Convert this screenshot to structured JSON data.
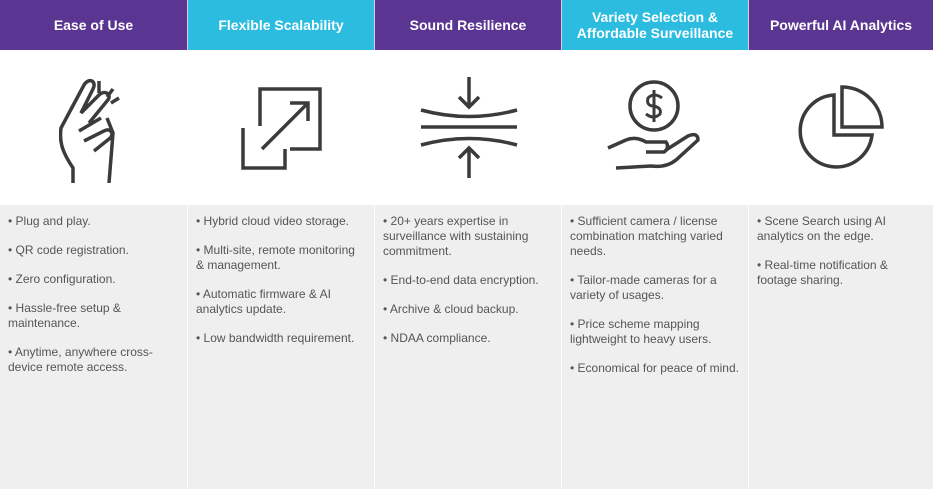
{
  "columns": [
    {
      "title": "Ease of Use",
      "icon": "snapping-fingers-icon",
      "color": "#5a3591",
      "items": [
        "• Plug and play.",
        "• QR code registration.",
        "• Zero configuration.",
        "• Hassle-free setup & maintenance.",
        "• Anytime, anywhere cross-device remote access."
      ]
    },
    {
      "title": "Flexible Scalability",
      "icon": "expand-icon",
      "color": "#2bbce0",
      "items": [
        "• Hybrid cloud video  storage.",
        "• Multi-site, remote monitoring & management.",
        "• Automatic firmware & AI analytics update.",
        "• Low bandwidth requirement."
      ]
    },
    {
      "title": "Sound Resilience",
      "icon": "compress-icon",
      "color": "#5a3591",
      "items": [
        "• 20+ years expertise in surveillance with sustaining commitment.",
        "• End-to-end data encryption.",
        "• Archive & cloud backup.",
        "• NDAA compliance."
      ]
    },
    {
      "title": "Variety Selection & Affordable Surveillance",
      "icon": "hand-coin-icon",
      "color": "#2bbce0",
      "items": [
        "• Sufficient camera / license combination matching varied needs.",
        "• Tailor-made cameras for a variety of usages.",
        "• Price scheme mapping lightweight to heavy users.",
        "• Economical for peace of mind."
      ]
    },
    {
      "title": "Powerful AI Analytics",
      "icon": "pie-chart-icon",
      "color": "#5a3591",
      "items": [
        "• Scene Search using AI analytics on the edge.",
        "• Real-time notification & footage sharing."
      ]
    }
  ]
}
